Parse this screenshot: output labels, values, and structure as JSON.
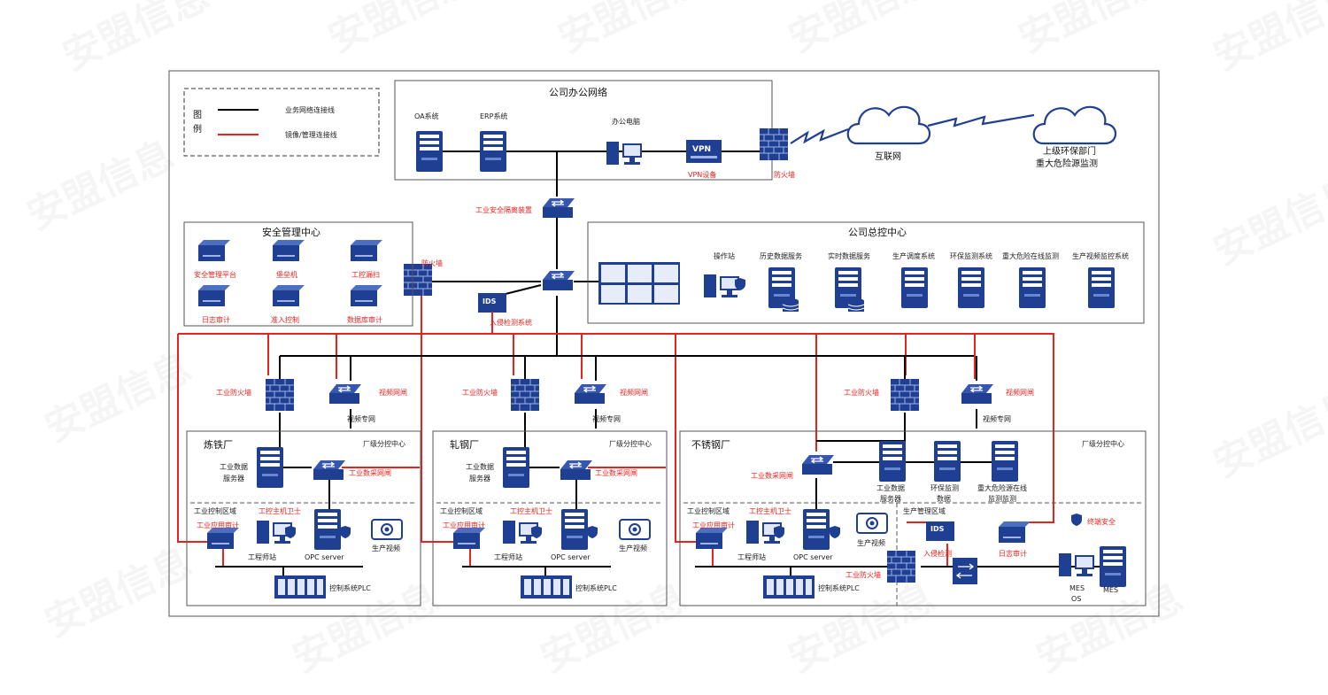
{
  "legend": {
    "title_a": "图",
    "title_b": "例",
    "business_line": "业务网络连接线",
    "mirror_line": "镜像/管理连接线"
  },
  "office": {
    "title": "公司办公网络",
    "oa": "OA系统",
    "erp": "ERP系统",
    "pc": "办公电脑",
    "vpn_badge": "VPN",
    "vpn": "VPN设备",
    "firewall": "防火墙"
  },
  "internet": "互联网",
  "upper": {
    "line1": "上级环保部门",
    "line2": "重大危险源监测"
  },
  "isolation": "工业安全隔离装置",
  "security_center": {
    "title": "安全管理中心",
    "items": [
      "安全管理平台",
      "堡垒机",
      "工控漏扫",
      "日志审计",
      "准入控制",
      "数据库审计"
    ]
  },
  "core": {
    "firewall": "防火墙",
    "ids_badge": "IDS",
    "ids": "入侵检测系统"
  },
  "control_center": {
    "title": "公司总控中心",
    "items": [
      "操作站",
      "历史数据服务",
      "实时数据服务",
      "生产调度系统",
      "环保监测系统",
      "重大危险在线监测",
      "生产视频监控系统"
    ]
  },
  "dist": {
    "industrial_fw": "工业防火墙",
    "video_gate": "视频网闸",
    "video_net": "视频专网"
  },
  "plant_common": {
    "sub_center": "厂级分控中心",
    "data_server_1": "工业数据",
    "data_server_2": "服务器",
    "collect_gate": "工业数采网闸",
    "ctrl_area": "工业控制区域",
    "host_guard": "工控主机卫士",
    "app_audit": "工业应用审计",
    "eng_station": "工程师站",
    "opc": "OPC server",
    "video": "生产视频",
    "plc": "控制系统PLC"
  },
  "plants": [
    "炼铁厂",
    "轧钢厂",
    "不锈钢厂"
  ],
  "stainless": {
    "srv1_a": "工业数据",
    "srv1_b": "服务器",
    "srv2_a": "环保监测",
    "srv2_b": "数据",
    "srv3_a": "重大危险源在线",
    "srv3_b": "监测监测",
    "prod_area": "生产管理区域",
    "ids_badge": "IDS",
    "ids": "入侵检测",
    "log_audit": "日志审计",
    "endpoint": "终端安全",
    "fw": "工业防火墙",
    "mes_os_1": "MES",
    "mes_os_2": "OS",
    "mes": "MES"
  },
  "colors": {
    "device": "#1f3f93",
    "business_line": "#000000",
    "mirror_line": "#e8231f"
  }
}
